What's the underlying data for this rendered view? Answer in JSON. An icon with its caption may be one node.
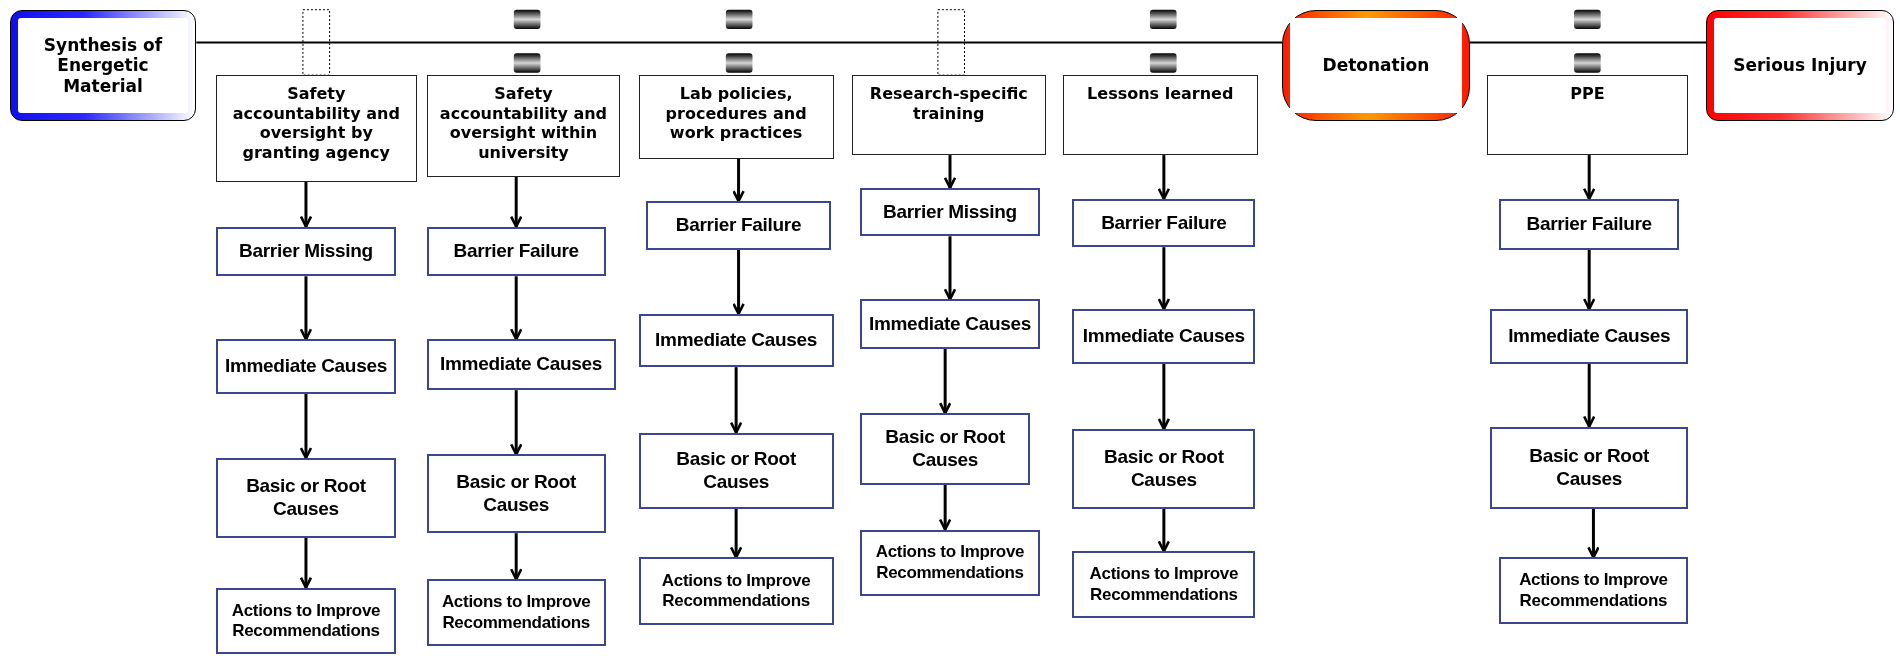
{
  "diagram": {
    "nodes": [
      {
        "text": [
          "Synthesis of Energetic Material"
        ]
      },
      {
        "text": [
          "Safety accountability and oversight by granting agency"
        ]
      },
      {
        "text": [
          "Barrier Missing"
        ]
      },
      {
        "text": [
          "Immediate Causes"
        ]
      },
      {
        "text": [
          "Basic or Root Causes"
        ]
      },
      {
        "text": [
          "Actions to Improve Recommendations"
        ]
      },
      {
        "text": [
          "Safety accountability and oversight within university"
        ]
      },
      {
        "text": [
          "Barrier Failure"
        ]
      },
      {
        "text": [
          "Immediate Causes"
        ]
      },
      {
        "text": [
          "Basic or Root Causes"
        ]
      },
      {
        "text": [
          "Actions to Improve Recommendations"
        ]
      },
      {
        "text": [
          "Lab policies, procedures and work practices"
        ]
      },
      {
        "text": [
          "Barrier Failure"
        ]
      },
      {
        "text": [
          "Immediate Causes"
        ]
      },
      {
        "text": [
          "Basic or Root Causes"
        ]
      },
      {
        "text": [
          "Actions to Improve Recommendations"
        ]
      },
      {
        "text": [
          "Research-specific training"
        ]
      },
      {
        "text": [
          "Barrier Missing"
        ]
      },
      {
        "text": [
          "Immediate Causes"
        ]
      },
      {
        "text": [
          "Basic or Root Causes"
        ]
      },
      {
        "text": [
          "Actions to Improve Recommendations"
        ]
      },
      {
        "text": [
          "Lessons learned"
        ]
      },
      {
        "text": [
          "Barrier Failure"
        ]
      },
      {
        "text": [
          "Immediate Causes"
        ]
      },
      {
        "text": [
          "Basic or Root Causes"
        ]
      },
      {
        "text": [
          "Actions to Improve Recommendations"
        ]
      },
      {
        "text": [
          "Detonation"
        ]
      },
      {
        "text": [
          "PPE"
        ]
      },
      {
        "text": [
          "Barrier Failure"
        ]
      },
      {
        "text": [
          "Immediate Causes"
        ]
      },
      {
        "text": [
          "Basic or Root Causes"
        ]
      },
      {
        "text": [
          "Actions to Improve Recommendations"
        ]
      },
      {
        "text": [
          "Serious Injury"
        ]
      }
    ],
    "edges": [
      {
        "from": 0,
        "to": 26,
        "arrow": "none"
      },
      {
        "from": 26,
        "to": 32,
        "arrow": "none"
      },
      {
        "from": 1,
        "to": 2,
        "arrow": "to"
      },
      {
        "from": 2,
        "to": 3,
        "arrow": "to"
      },
      {
        "from": 3,
        "to": 4,
        "arrow": "to"
      },
      {
        "from": 4,
        "to": 5,
        "arrow": "to"
      },
      {
        "from": 6,
        "to": 7,
        "arrow": "to"
      },
      {
        "from": 7,
        "to": 8,
        "arrow": "to"
      },
      {
        "from": 8,
        "to": 9,
        "arrow": "to"
      },
      {
        "from": 9,
        "to": 10,
        "arrow": "to"
      },
      {
        "from": 11,
        "to": 12,
        "arrow": "to"
      },
      {
        "from": 12,
        "to": 13,
        "arrow": "to"
      },
      {
        "from": 13,
        "to": 14,
        "arrow": "to"
      },
      {
        "from": 14,
        "to": 15,
        "arrow": "to"
      },
      {
        "from": 16,
        "to": 17,
        "arrow": "to"
      },
      {
        "from": 17,
        "to": 18,
        "arrow": "to"
      },
      {
        "from": 18,
        "to": 19,
        "arrow": "to"
      },
      {
        "from": 19,
        "to": 20,
        "arrow": "to"
      },
      {
        "from": 21,
        "to": 22,
        "arrow": "to"
      },
      {
        "from": 22,
        "to": 23,
        "arrow": "to"
      },
      {
        "from": 23,
        "to": 24,
        "arrow": "to"
      },
      {
        "from": 24,
        "to": 25,
        "arrow": "to"
      },
      {
        "from": 27,
        "to": 28,
        "arrow": "to"
      },
      {
        "from": 28,
        "to": 29,
        "arrow": "to"
      },
      {
        "from": 29,
        "to": 30,
        "arrow": "to"
      },
      {
        "from": 30,
        "to": 31,
        "arrow": "to"
      }
    ]
  }
}
